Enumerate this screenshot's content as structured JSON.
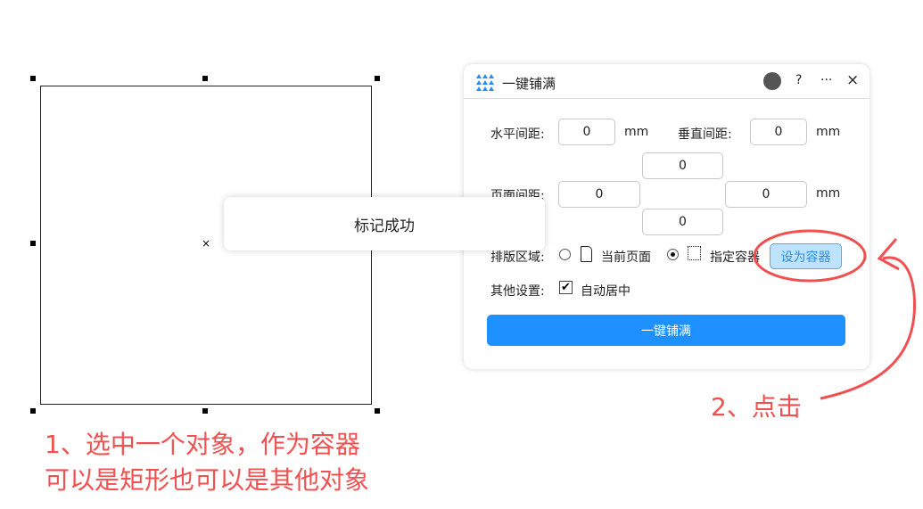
{
  "dialog": {
    "title": "一键铺满",
    "help": "?",
    "more": "···",
    "close": "×",
    "h_spacing_label": "水平间距:",
    "h_spacing": "0",
    "unit": "mm",
    "v_spacing_label": "垂直间距:",
    "v_spacing": "0",
    "margin_label": "页面间距:",
    "margin_top": "0",
    "margin_left": "0",
    "margin_right": "0",
    "margin_bottom": "0",
    "area_label": "排版区域:",
    "option_page": "当前页面",
    "option_container": "指定容器",
    "set_container": "设为容器",
    "other_label": "其他设置:",
    "auto_center": "自动居中",
    "fill_button": "一键铺满"
  },
  "toast": "标记成功",
  "annotations": {
    "step1_line1": "1、选中一个对象，作为容器",
    "step1_line2": "可以是矩形也可以是其他对象",
    "step2": "2、点击"
  },
  "colors": {
    "accent": "#1e90ff",
    "annotation": "#f0504f"
  }
}
